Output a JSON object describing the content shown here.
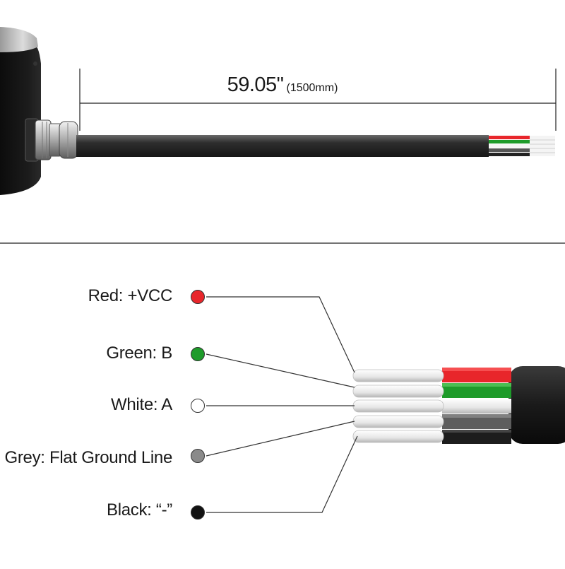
{
  "cable_length": {
    "inches": "59.05\"",
    "millimeters": "(1500mm)"
  },
  "wires": [
    {
      "label": "Red: +VCC",
      "color": "#e8262b"
    },
    {
      "label": "Green: B",
      "color": "#1e9b2a"
    },
    {
      "label": "White: A",
      "color": "#ffffff"
    },
    {
      "label": "Grey: Flat Ground Line",
      "color": "#8a8a8a"
    },
    {
      "label": "Black: “-”",
      "color": "#111111"
    }
  ]
}
